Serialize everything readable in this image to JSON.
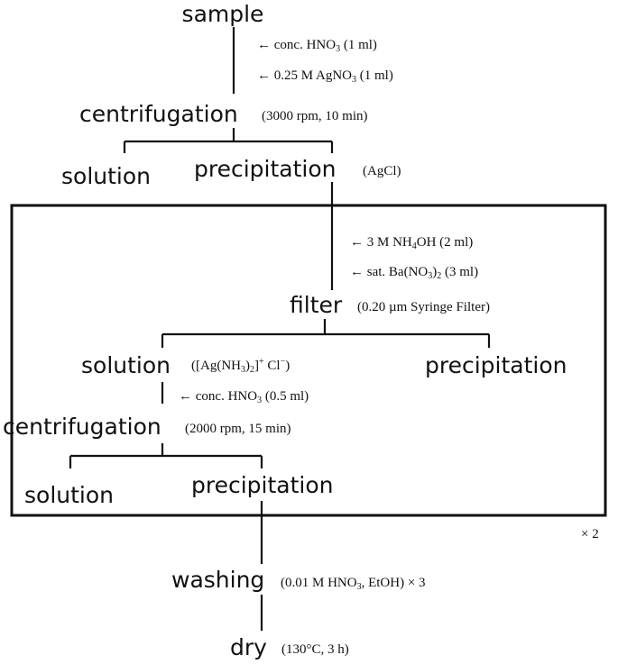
{
  "steps": {
    "sample": "sample",
    "centrifugation_1": "centrifugation",
    "solution_1": "solution",
    "precipitation_1": "precipitation",
    "filter": "filter",
    "solution_2": "solution",
    "precipitation_2": "precipitation",
    "centrifugation_2": "centrifugation",
    "solution_3": "solution",
    "precipitation_3": "precipitation",
    "washing": "washing",
    "dry": "dry"
  },
  "notes": {
    "hno3_1": {
      "pre": "← conc. HNO",
      "sub": "3",
      "post": " (1 ml)"
    },
    "agno3": {
      "pre": "← 0.25 M AgNO",
      "sub": "3",
      "post": " (1 ml)"
    },
    "centrifugation_1": "(3000 rpm, 10 min)",
    "agcl": "(AgCl)",
    "nh4oh": {
      "pre": "← 3 M NH",
      "sub": "4",
      "post": "OH (2 ml)"
    },
    "bano3": {
      "pre": "← sat. Ba(NO",
      "sub": "3",
      "post": ")",
      "sub2": "2",
      "post2": " (3 ml)"
    },
    "filter": "(0.20 µm Syringe Filter)",
    "complex": {
      "pre": "([Ag(NH",
      "sub": "3",
      "mid": ")",
      "sub2": "2",
      "mid2": "]",
      "sup": "+",
      "post": " Cl",
      "sup2": "−",
      "end": ")"
    },
    "hno3_2": {
      "pre": "← conc. HNO",
      "sub": "3",
      "post": " (0.5 ml)"
    },
    "centrifugation_2": "(2000 rpm, 15 min)",
    "washing": {
      "pre": "(0.01 M HNO",
      "sub": "3",
      "post": ", EtOH) × 3"
    },
    "dry": "(130°C, 3 h)",
    "repeat": "× 2"
  }
}
